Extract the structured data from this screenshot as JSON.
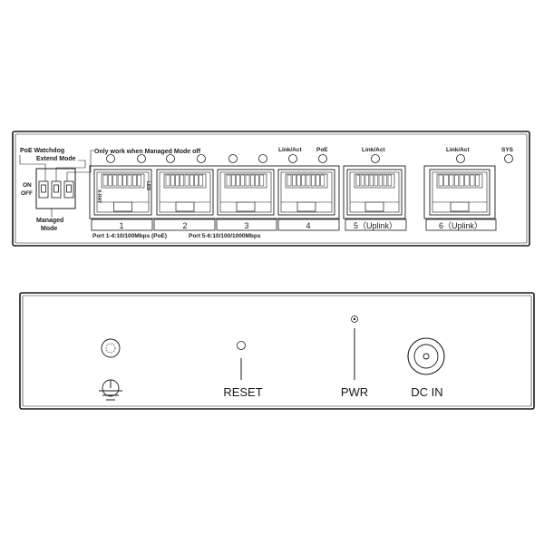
{
  "front": {
    "poe_watchdog": "PoE Watchdog",
    "extend_mode": "Extend Mode",
    "managed_only_note": "Only work when Managed Mode off",
    "on": "ON",
    "off": "OFF",
    "managed_mode_line1": "Managed",
    "managed_mode_line2": "Mode",
    "led_labels": {
      "link_act_a": "Link/Act",
      "poe": "PoE",
      "link_act_b": "Link/Act",
      "link_act_c": "Link/Act",
      "sys": "SYS"
    },
    "port_labels": [
      "1",
      "2",
      "3",
      "4",
      "5（Uplink）",
      "6（Uplink）"
    ],
    "port_note_1_4": "Port 1-4:10/100Mbps (PoE)",
    "port_note_5_6": "Port 5-6:10/100/1000Mbps",
    "port1_side_left": "X-RAY",
    "port1_side_right": "LED"
  },
  "rear": {
    "ground_symbol": "ground-icon",
    "reset": "RESET",
    "pwr": "PWR",
    "dc_in": "DC IN"
  }
}
